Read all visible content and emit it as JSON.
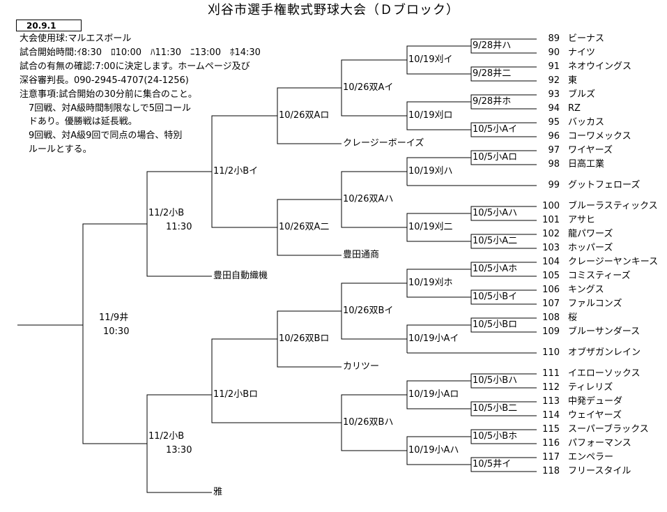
{
  "title": "刈谷市選手権軟式野球大会（Ｄブロック）",
  "date": "20.9.1",
  "info": [
    "大会使用球:マルエスボール",
    "試合開始時間:ｲ8:30　ﾛ10:00　ﾊ11:30　ﾆ13:00　ﾎ14:30",
    "試合の有無の確認:7:00に決定します。ホームページ及び",
    "深谷審判長。090-2945-4707(24-1256)",
    "注意事項:試合開始の30分前に集合のこと。",
    "　7回戦、対A級時間制限なしで5回コール",
    "　ドあり。優勝戦は延長戦。",
    "　9回戦、対A級9回で同点の場合、特別",
    "　ルールとする。"
  ],
  "teams": [
    {
      "no": "89",
      "name": "ビーナス"
    },
    {
      "no": "90",
      "name": "ナイツ"
    },
    {
      "no": "91",
      "name": "ネオウイングス"
    },
    {
      "no": "92",
      "name": "東"
    },
    {
      "no": "93",
      "name": "ブルズ"
    },
    {
      "no": "94",
      "name": "RZ"
    },
    {
      "no": "95",
      "name": "バッカス"
    },
    {
      "no": "96",
      "name": "コーワメックス"
    },
    {
      "no": "97",
      "name": "ワイヤーズ"
    },
    {
      "no": "98",
      "name": "日高工業"
    },
    {
      "no": "99",
      "name": "グットフェローズ"
    },
    {
      "no": "100",
      "name": "ブルーラスティックス"
    },
    {
      "no": "101",
      "name": "アサヒ"
    },
    {
      "no": "102",
      "name": "龍パワーズ"
    },
    {
      "no": "103",
      "name": "ホッパーズ"
    },
    {
      "no": "104",
      "name": "クレージーヤンキース"
    },
    {
      "no": "105",
      "name": "コミスティーズ"
    },
    {
      "no": "106",
      "name": "キングス"
    },
    {
      "no": "107",
      "name": "ファルコンズ"
    },
    {
      "no": "108",
      "name": "桜"
    },
    {
      "no": "109",
      "name": "ブルーサンダース"
    },
    {
      "no": "110",
      "name": "オブザガンレイン"
    },
    {
      "no": "111",
      "name": "イエローソックス"
    },
    {
      "no": "112",
      "name": "ティレリズ"
    },
    {
      "no": "113",
      "name": "中発デューダ"
    },
    {
      "no": "114",
      "name": "ウェイヤーズ"
    },
    {
      "no": "115",
      "name": "スーパーブラックス"
    },
    {
      "no": "116",
      "name": "パフォーマンス"
    },
    {
      "no": "117",
      "name": "エンペラー"
    },
    {
      "no": "118",
      "name": "フリースタイル"
    }
  ],
  "seeds": {
    "crazy_boys": "クレージーボーイズ",
    "toyota_tsusho": "豊田通商",
    "toyota_jido": "豊田自動織機",
    "karitsu": "カリツー",
    "miyabi": "雅"
  },
  "matches": {
    "r1_a": "9/28井ハ",
    "r1_b": "9/28井二",
    "r1_c": "9/28井ホ",
    "r1_d": "10/5小Aイ",
    "r1_e": "10/5小Aロ",
    "r1_f": "10/5小Aハ",
    "r1_g": "10/5小A二",
    "r1_h": "10/5小Aホ",
    "r1_i": "10/5小Bイ",
    "r1_j": "10/5小Bロ",
    "r1_k": "10/5小Bハ",
    "r1_l": "10/5小B二",
    "r1_m": "10/5小Bホ",
    "r1_n": "10/5井イ",
    "r2_a": "10/19刈イ",
    "r2_b": "10/19刈ロ",
    "r2_c": "10/19刈ハ",
    "r2_d": "10/19刈二",
    "r2_e": "10/19刈ホ",
    "r2_f": "10/19小Aイ",
    "r2_g": "10/19小Aロ",
    "r2_h": "10/19小Aハ",
    "r3_a": "10/26双Aイ",
    "r3_b": "10/26双Aハ",
    "r3_c": "10/26双Bイ",
    "r3_d": "10/26双Bハ",
    "r4_a": "10/26双Aロ",
    "r4_b": "10/26双A二",
    "r4_c": "10/26双Bロ",
    "r5_a": "11/2小Bイ",
    "r5_b": "11/2小Bロ",
    "semi_a": "11/2小B",
    "semi_a_time": "11:30",
    "semi_b": "11/2小B",
    "semi_b_time": "13:30",
    "final": "11/9井",
    "final_time": "10:30"
  }
}
